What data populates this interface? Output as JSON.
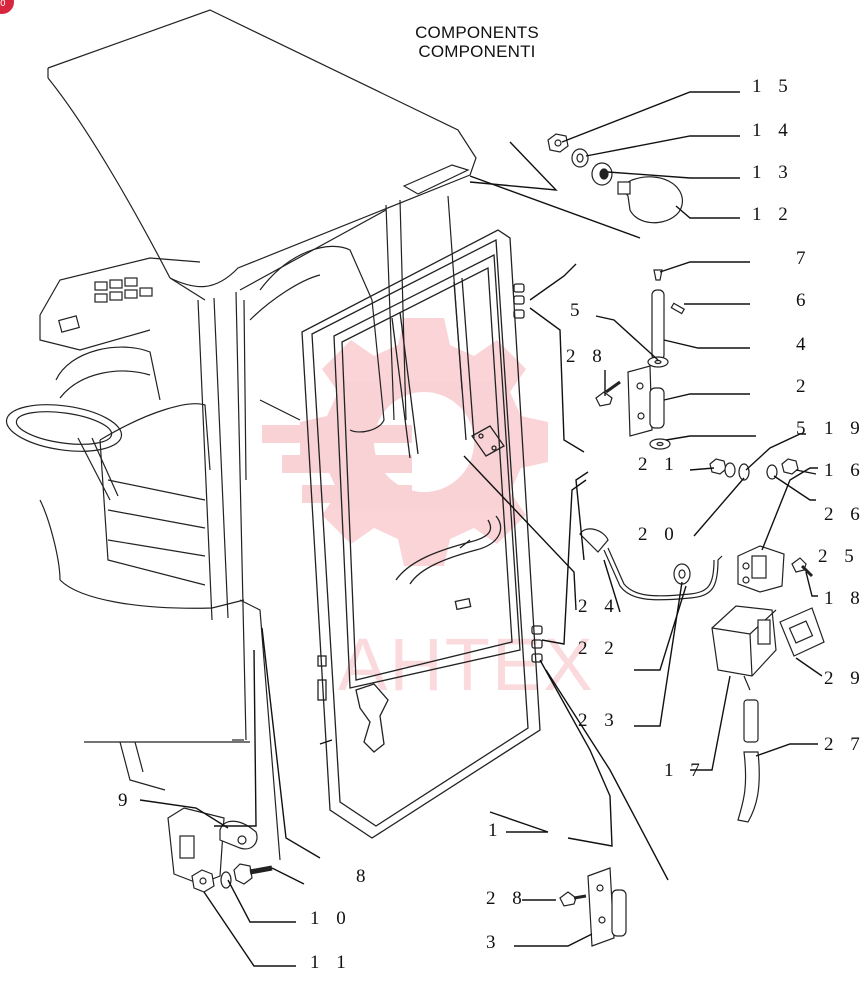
{
  "header": {
    "title_line1": "COMPONENTS",
    "title_line2": "COMPONENTI"
  },
  "watermark": {
    "text": "AHTEX",
    "color": "#e8394a"
  },
  "corner_badge": {
    "glyph": "0",
    "color": "#d7263d"
  },
  "callouts": [
    {
      "id": "c15",
      "label": "1 5"
    },
    {
      "id": "c14",
      "label": "1 4"
    },
    {
      "id": "c13",
      "label": "1 3"
    },
    {
      "id": "c12",
      "label": "1 2"
    },
    {
      "id": "c7",
      "label": "7"
    },
    {
      "id": "c6",
      "label": "6"
    },
    {
      "id": "c5a",
      "label": "5"
    },
    {
      "id": "c4",
      "label": "4"
    },
    {
      "id": "c28a",
      "label": "2 8"
    },
    {
      "id": "c2",
      "label": "2"
    },
    {
      "id": "c5b",
      "label": "5"
    },
    {
      "id": "c19",
      "label": "1 9"
    },
    {
      "id": "c16",
      "label": "1 6"
    },
    {
      "id": "c21",
      "label": "2 1"
    },
    {
      "id": "c26",
      "label": "2 6"
    },
    {
      "id": "c20",
      "label": "2 0"
    },
    {
      "id": "c25",
      "label": "2 5"
    },
    {
      "id": "c18",
      "label": "1 8"
    },
    {
      "id": "c24",
      "label": "2 4"
    },
    {
      "id": "c29",
      "label": "2 9"
    },
    {
      "id": "c22",
      "label": "2 2"
    },
    {
      "id": "c27",
      "label": "2 7"
    },
    {
      "id": "c23",
      "label": "2 3"
    },
    {
      "id": "c17",
      "label": "1 7"
    },
    {
      "id": "c9",
      "label": "9"
    },
    {
      "id": "c1",
      "label": "1"
    },
    {
      "id": "c8",
      "label": "8"
    },
    {
      "id": "c10",
      "label": "1 0"
    },
    {
      "id": "c28b",
      "label": "2 8"
    },
    {
      "id": "c3",
      "label": "3"
    },
    {
      "id": "c11",
      "label": "1 1"
    }
  ]
}
